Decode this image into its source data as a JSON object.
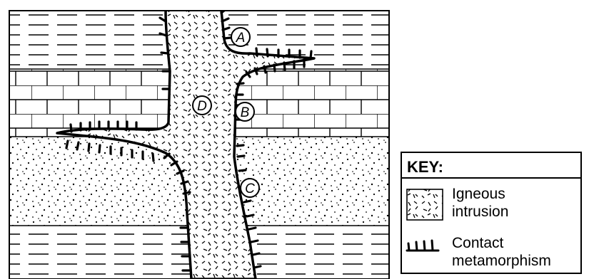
{
  "labels": {
    "a": "A",
    "b": "B",
    "c": "C",
    "d": "D"
  },
  "key": {
    "title": "KEY:",
    "igneous_line1": "Igneous",
    "igneous_line2": "intrusion",
    "contact_line1": "Contact",
    "contact_line2": "metamorphism"
  },
  "colors": {
    "ink": "#000000",
    "paper": "#ffffff"
  }
}
